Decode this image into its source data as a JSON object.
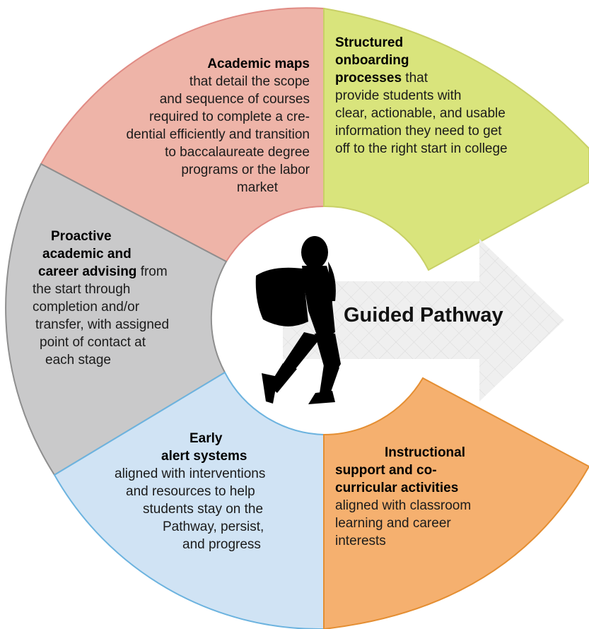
{
  "center": {
    "title": "Guided Pathway"
  },
  "colors": {
    "academic_maps": "#eeb4a8",
    "onboarding": "#d9e47c",
    "instructional": "#f5b06f",
    "early_alert": "#d0e3f4",
    "advising": "#c9c9ca",
    "arrow": "#ececec",
    "silhouette": "#000000"
  },
  "icons": [
    "walking-student-silhouette",
    "right-arrow"
  ],
  "segments": {
    "academic_maps": {
      "lines": [
        {
          "bold": "Academic maps",
          "rest": ""
        },
        {
          "bold": "",
          "rest": "that detail the scope"
        },
        {
          "bold": "",
          "rest": "and sequence of courses"
        },
        {
          "bold": "",
          "rest": "required to complete a cre-"
        },
        {
          "bold": "",
          "rest": "dential efficiently and transition"
        },
        {
          "bold": "",
          "rest": "to baccalaureate degree"
        },
        {
          "bold": "",
          "rest": "programs or the labor"
        },
        {
          "bold": "",
          "rest": "market"
        }
      ]
    },
    "onboarding": {
      "lines": [
        {
          "bold": "Structured",
          "rest": ""
        },
        {
          "bold": "onboarding",
          "rest": ""
        },
        {
          "bold": "processes",
          "rest": " that"
        },
        {
          "bold": "",
          "rest": "provide students with"
        },
        {
          "bold": "",
          "rest": "clear, actionable, and usable"
        },
        {
          "bold": "",
          "rest": "information they need to get"
        },
        {
          "bold": "",
          "rest": "off to the right start in college"
        }
      ]
    },
    "advising": {
      "lines": [
        {
          "bold": "Proactive",
          "rest": ""
        },
        {
          "bold": "academic and",
          "rest": ""
        },
        {
          "bold": "career advising",
          "rest": " from"
        },
        {
          "bold": "",
          "rest": "the start through"
        },
        {
          "bold": "",
          "rest": "completion and/or"
        },
        {
          "bold": "",
          "rest": "transfer, with assigned"
        },
        {
          "bold": "",
          "rest": "point of contact at"
        },
        {
          "bold": "",
          "rest": "each stage"
        }
      ]
    },
    "early_alert": {
      "lines": [
        {
          "bold": "Early",
          "rest": ""
        },
        {
          "bold": "alert systems",
          "rest": ""
        },
        {
          "bold": "",
          "rest": "aligned with interventions"
        },
        {
          "bold": "",
          "rest": "and resources to help"
        },
        {
          "bold": "",
          "rest": "students stay on the"
        },
        {
          "bold": "",
          "rest": "Pathway, persist,"
        },
        {
          "bold": "",
          "rest": "and progress"
        }
      ]
    },
    "instructional": {
      "lines": [
        {
          "bold": "Instructional",
          "rest": ""
        },
        {
          "bold": "support and co-",
          "rest": ""
        },
        {
          "bold": "curricular activities",
          "rest": ""
        },
        {
          "bold": "",
          "rest": "aligned with classroom"
        },
        {
          "bold": "",
          "rest": "learning and career"
        },
        {
          "bold": "",
          "rest": "interests"
        }
      ]
    }
  }
}
